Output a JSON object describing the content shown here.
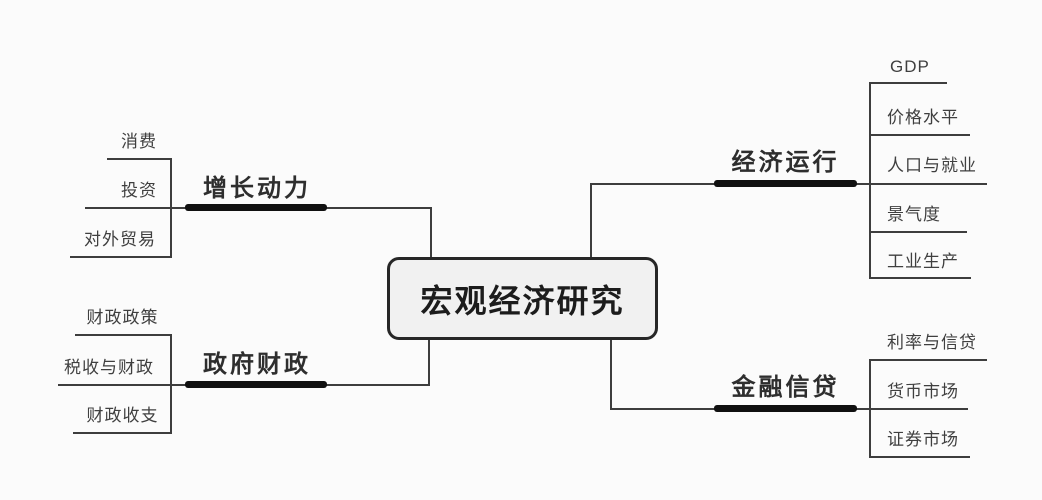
{
  "root": {
    "label": "宏观经济研究"
  },
  "branches": [
    {
      "id": "growth-momentum",
      "label": "增长动力",
      "side": "left",
      "children": [
        "消费",
        "投资",
        "对外贸易"
      ]
    },
    {
      "id": "government-finance",
      "label": "政府财政",
      "side": "left",
      "children": [
        "财政政策",
        "税收与财政",
        "财政收支"
      ]
    },
    {
      "id": "economic-operation",
      "label": "经济运行",
      "side": "right",
      "children": [
        "GDP",
        "价格水平",
        "人口与就业",
        "景气度",
        "工业生产"
      ]
    },
    {
      "id": "financial-credit",
      "label": "金融信贷",
      "side": "right",
      "children": [
        "利率与信贷",
        "货币市场",
        "证券市场"
      ]
    }
  ],
  "colors": {
    "background": "#fbfbfb",
    "line": "#3d3d3d",
    "branch_bar": "#101010",
    "central_fill": "#f1f1f1",
    "central_border": "#272727",
    "text": "#3f3f3f"
  }
}
